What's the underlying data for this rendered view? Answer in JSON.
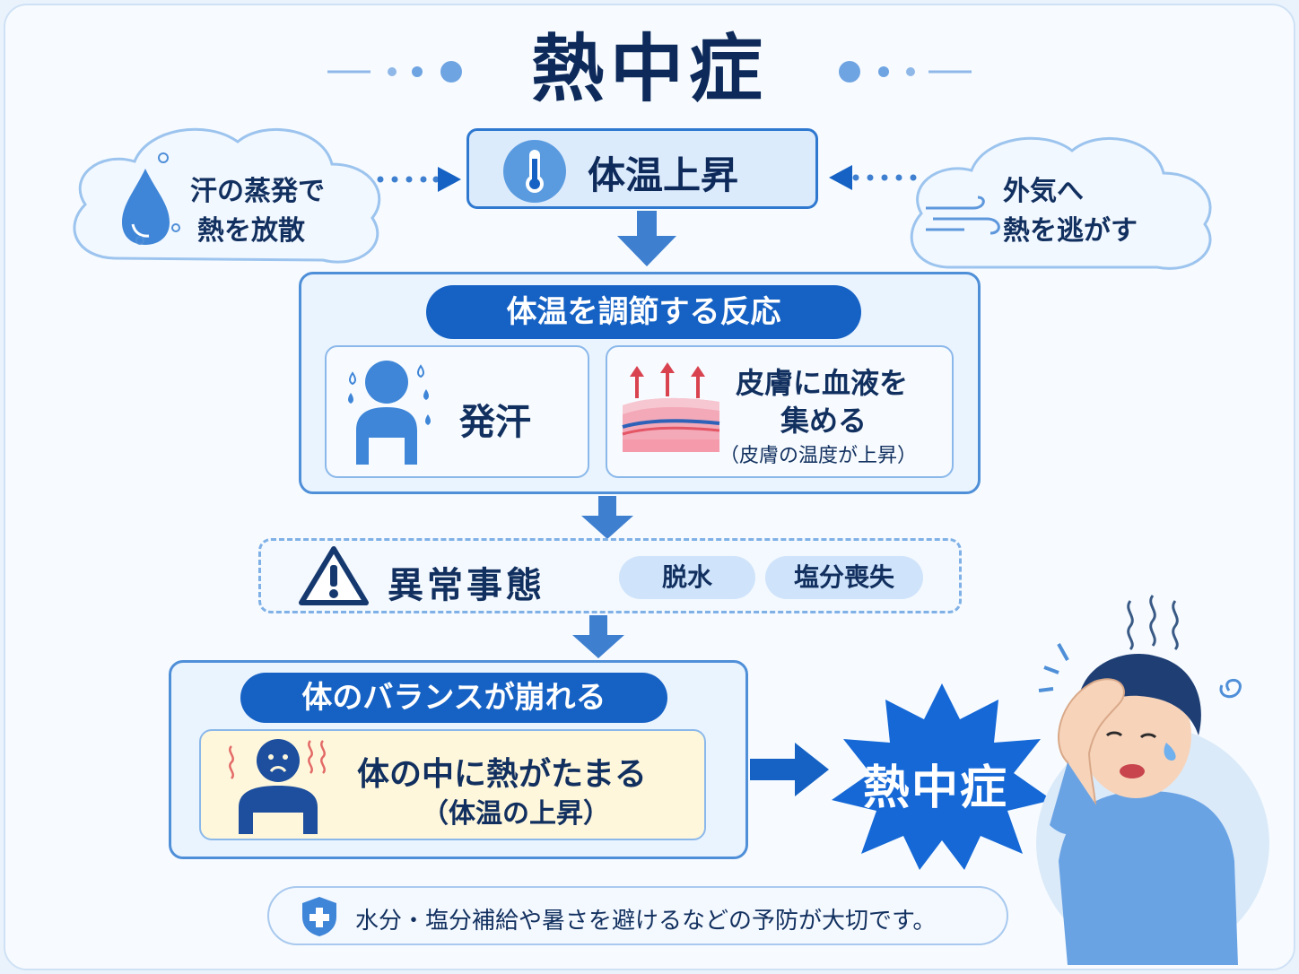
{
  "title": "熱中症",
  "top": {
    "sweat_cloud_line1": "汗の蒸発で",
    "sweat_cloud_line2": "熱を放散",
    "center": "体温上昇",
    "air_cloud_line1": "外気へ",
    "air_cloud_line2": "熱を逃がす"
  },
  "regulation": {
    "header": "体温を調節する反応",
    "sweating": "発汗",
    "skin_line1": "皮膚に血液を",
    "skin_line2": "集める",
    "skin_note": "（皮膚の温度が上昇）"
  },
  "abnormal": {
    "label": "異常事態",
    "tags": [
      "脱水",
      "塩分喪失"
    ]
  },
  "balance": {
    "header": "体のバランスが崩れる",
    "line1": "体の中に熱がたまる",
    "line2": "（体温の上昇）"
  },
  "result": "熱中症",
  "footer": "水分・塩分補給や暑さを避けるなどの予防が大切です。",
  "colors": {
    "primary": "#1662c4",
    "border": "#4f8fd8",
    "light": "#eaf4ff",
    "warm": "#fff7dc",
    "dark_text": "#12305f"
  }
}
